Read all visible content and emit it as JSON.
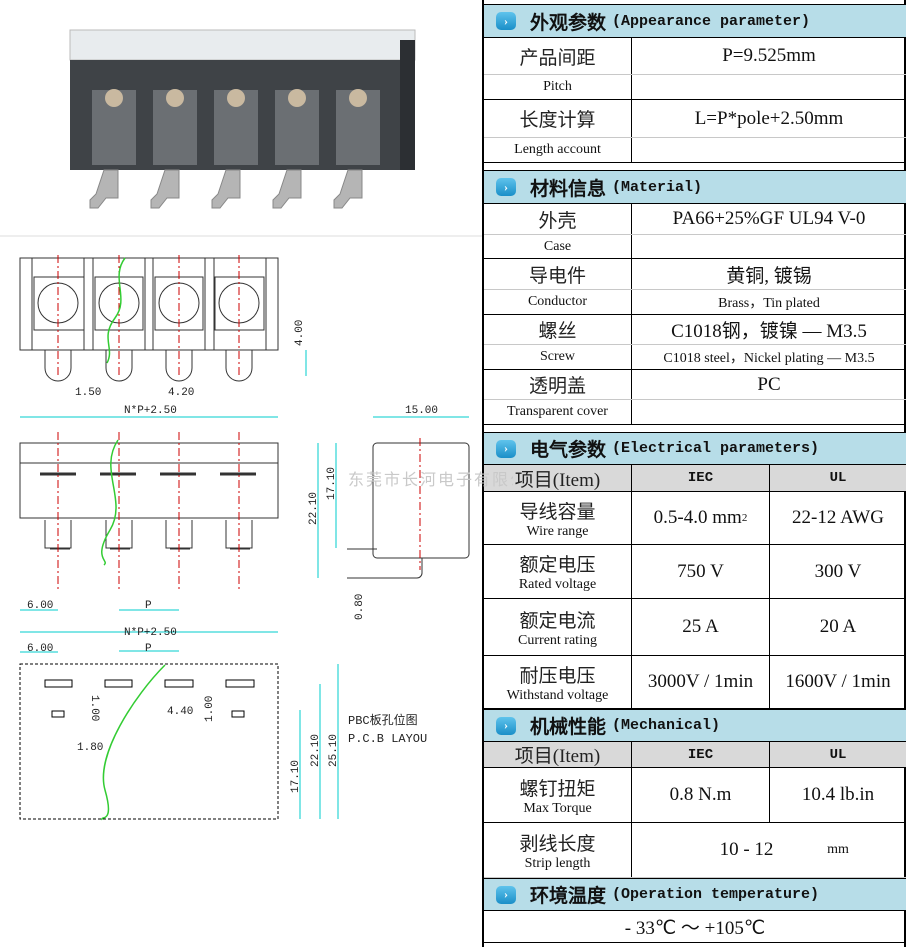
{
  "drawing": {
    "dim_1_50": "1.50",
    "dim_4_20": "4.20",
    "dim_4_00": "4.00",
    "dim_total": "N*P+2.50",
    "dim_15_00": "15.00",
    "dim_22_10": "22.10",
    "dim_17_10": "17.10",
    "dim_0_80": "0.80",
    "dim_6_00": "6.00",
    "dim_p": "P",
    "dim_1_00": "1.00",
    "dim_4_40": "4.40",
    "dim_1_80": "1.80",
    "dim_25_10": "25.10",
    "pcb_label_cn": "PBC板孔位图",
    "pcb_label_en": "P.C.B LAYOU",
    "watermark": "东莞市长河电子有限公司"
  },
  "appearance": {
    "title_cn": "外观参数",
    "title_en": "(Appearance parameter)",
    "pitch_cn": "产品间距",
    "pitch_en": "Pitch",
    "pitch_val": "P=9.525mm",
    "length_cn": "长度计算",
    "length_en": "Length account",
    "length_val": "L=P*pole+2.50mm"
  },
  "material": {
    "title_cn": "材料信息",
    "title_en": "(Material)",
    "case_cn": "外壳",
    "case_en": "Case",
    "case_val": "PA66+25%GF UL94 V-0",
    "cond_cn": "导电件",
    "cond_en": "Conductor",
    "cond_val": "黄铜, 镀锡",
    "cond_val_en": "Brass，Tin plated",
    "screw_cn": "螺丝",
    "screw_en": "Screw",
    "screw_val": "C1018钢，镀镍 — M3.5",
    "screw_val_en": "C1018 steel，Nickel plating — M3.5",
    "cover_cn": "透明盖",
    "cover_en": "Transparent cover",
    "cover_val": "PC"
  },
  "electrical": {
    "title_cn": "电气参数",
    "title_en": "(Electrical parameters)",
    "item": "项目(Item)",
    "iec": "IEC",
    "ul": "UL",
    "rows": [
      {
        "cn": "导线容量",
        "en": "Wire range",
        "iec": "0.5-4.0 mm",
        "iec_sup": "2",
        "ul": "22-12  AWG"
      },
      {
        "cn": "额定电压",
        "en": "Rated voltage",
        "iec": "750 V",
        "ul": "300 V"
      },
      {
        "cn": "额定电流",
        "en": "Current rating",
        "iec": "25  A",
        "ul": "20  A"
      },
      {
        "cn": "耐压电压",
        "en": "Withstand voltage",
        "iec": "3000V / 1min",
        "ul": "1600V / 1min"
      }
    ]
  },
  "mechanical": {
    "title_cn": "机械性能",
    "title_en": "(Mechanical)",
    "item": "项目(Item)",
    "iec": "IEC",
    "ul": "UL",
    "torque_cn": "螺钉扭矩",
    "torque_en": "Max Torque",
    "torque_iec": "0.8  N.m",
    "torque_ul": "10.4 lb.in",
    "strip_cn": "剥线长度",
    "strip_en": "Strip length",
    "strip_val": "10  -  12",
    "strip_unit": "mm"
  },
  "temperature": {
    "title_cn": "环境温度",
    "title_en": "(Operation temperature)",
    "val": "- 33℃  ～  +105℃"
  }
}
